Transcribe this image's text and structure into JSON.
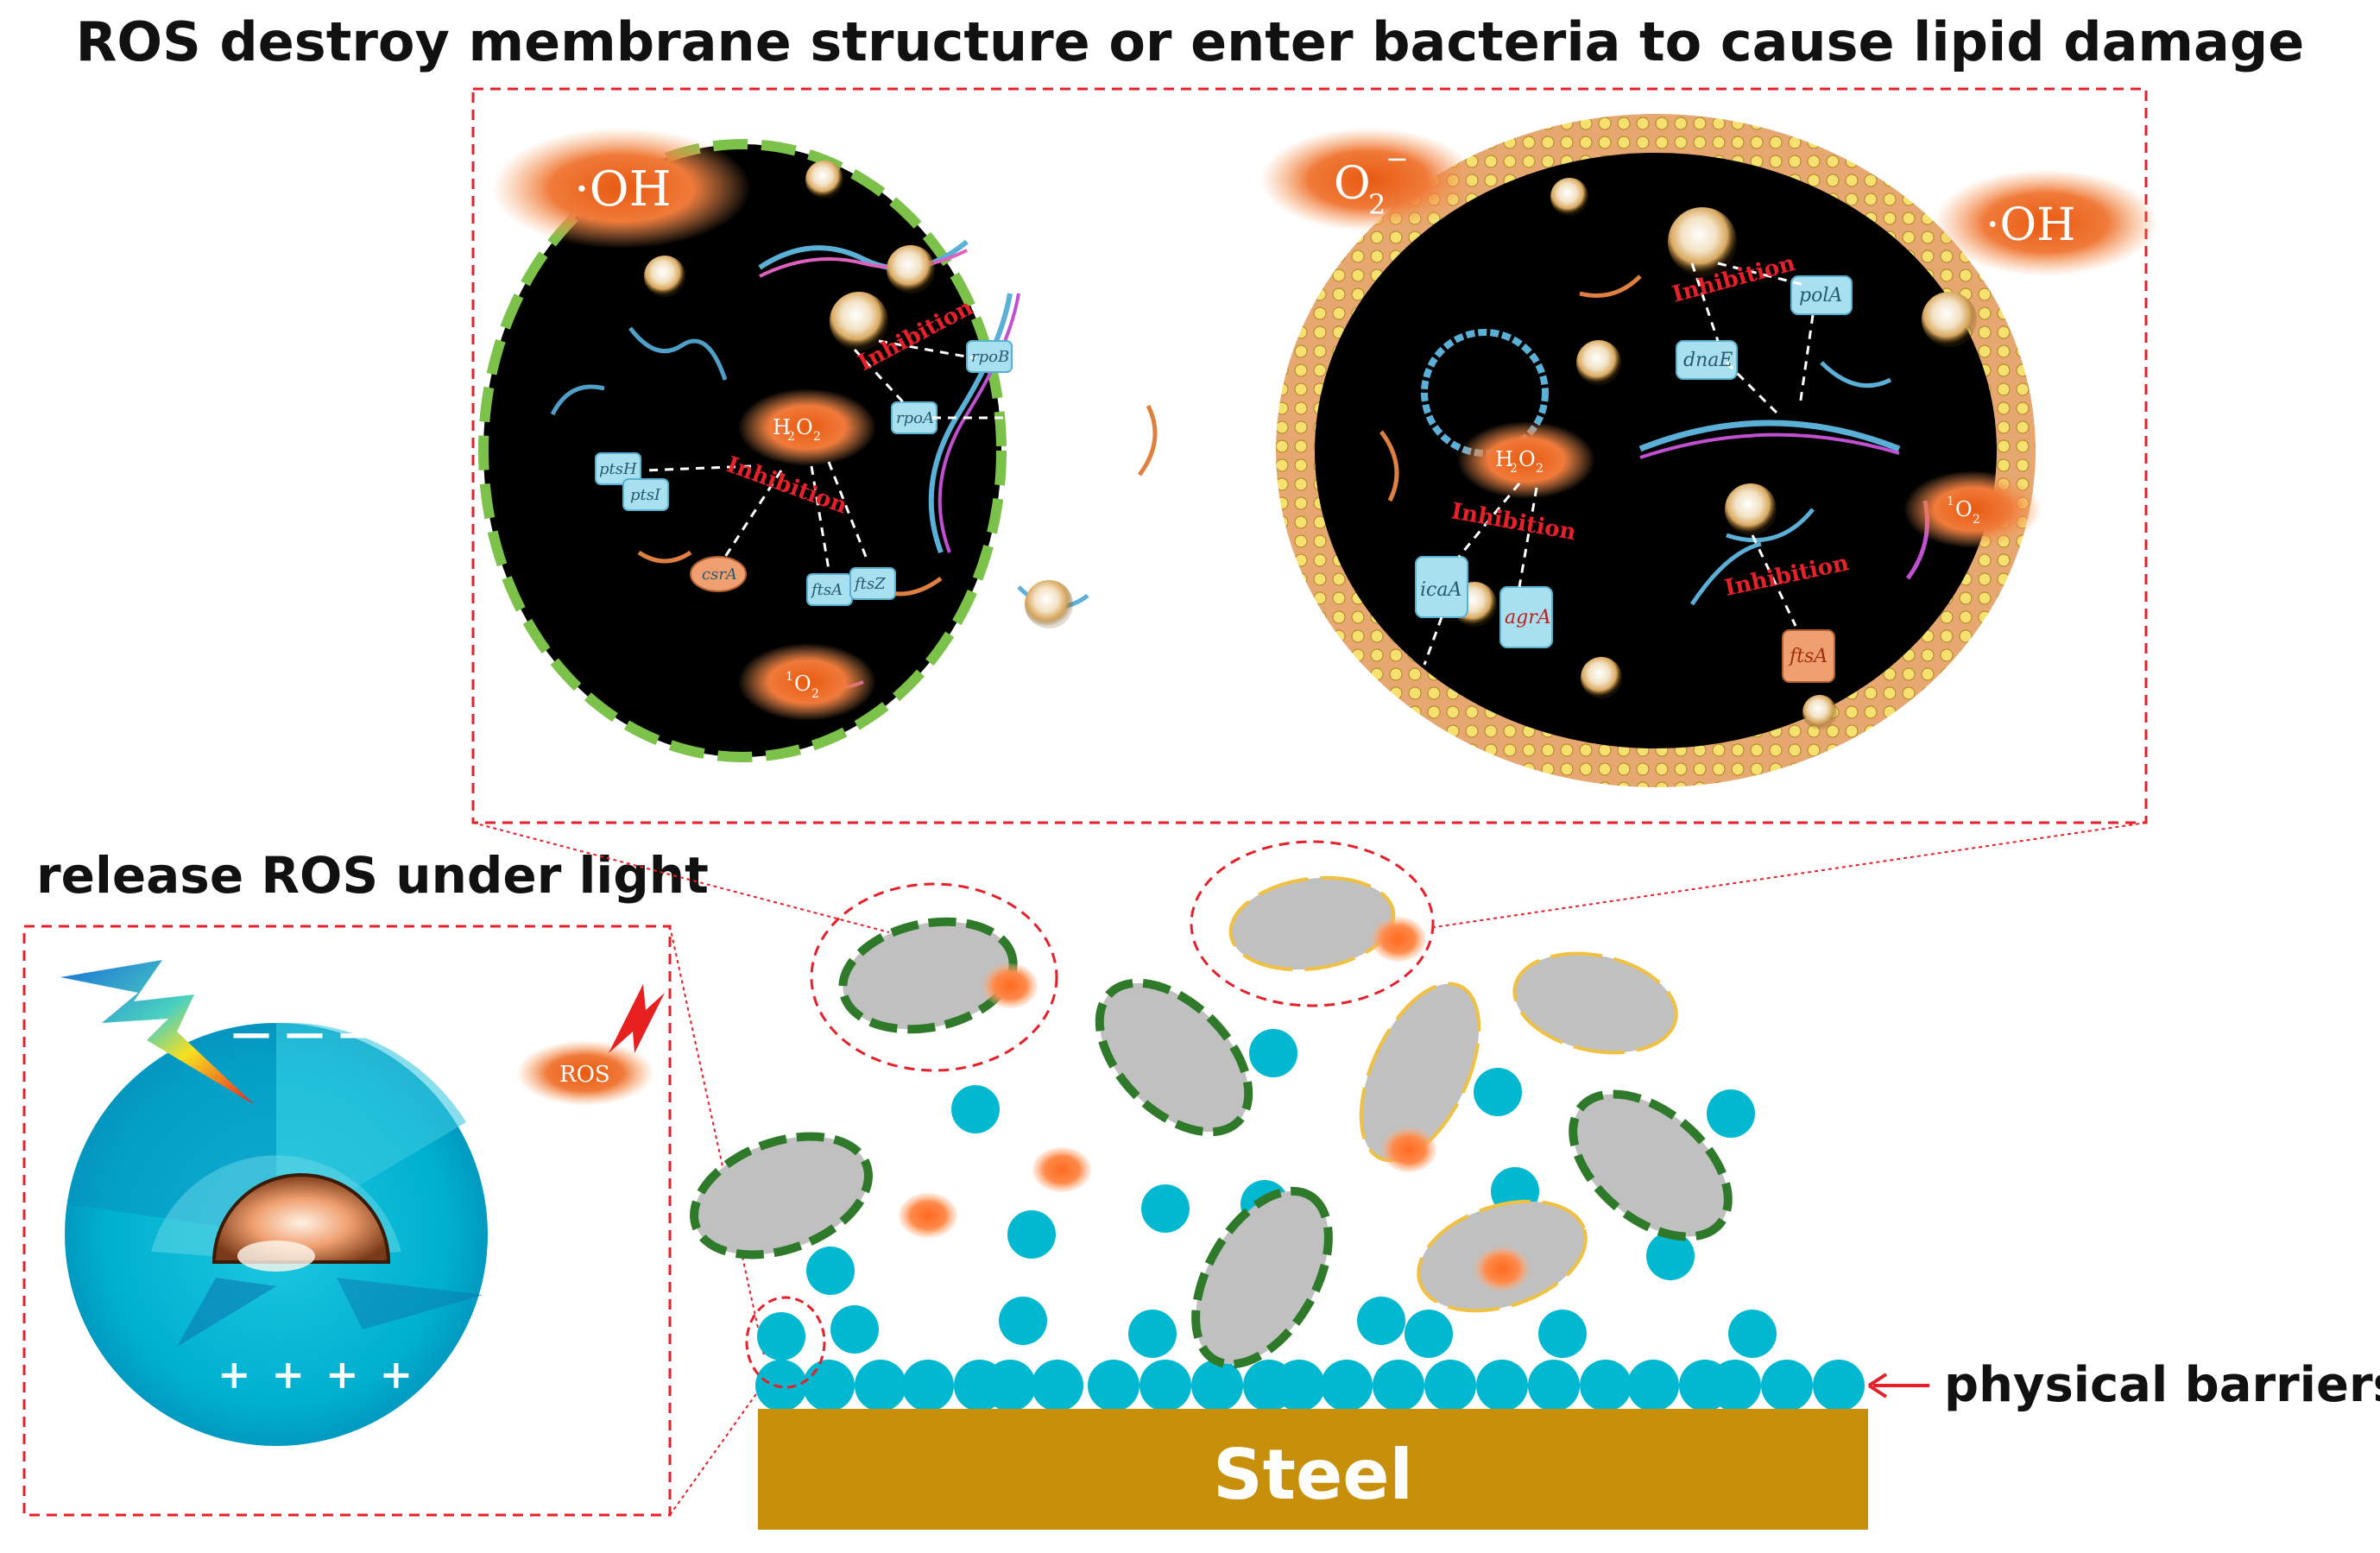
{
  "titles": {
    "top": "ROS destroy membrane structure or enter bacteria to cause lipid damage",
    "left": "release ROS under light",
    "barrier": "physical barriers",
    "steel": "Steel"
  },
  "ros_labels": {
    "oh_left": "·OH",
    "o2_superoxide": "O",
    "o2_sub": "2",
    "o2_sup": "−",
    "oh_right": "·OH",
    "h2o2": "H",
    "singlet_o2_sup": "1",
    "singlet_o2": "O",
    "ros": "ROS"
  },
  "inhibition_label": "Inhibition",
  "genes": {
    "left_cell": [
      "rpoA",
      "rpoB",
      "ptsH",
      "ptsI",
      "csrA",
      "ftsA",
      "ftsZ"
    ],
    "right_cell": [
      "dnaE",
      "polA",
      "icaA",
      "agrA",
      "ftsA"
    ]
  },
  "charges": {
    "negative": "— — —",
    "positive": "+ + + + +"
  },
  "colors": {
    "frame_red": "#e5202a",
    "ros_orange": "#f07030",
    "nanoparticle_cyan": "#00b8d0",
    "bacteria_gray": "#c0c0c0",
    "membrane_green": "#2f7a2a",
    "capsule_yellow": "#f0c040",
    "steel_gold": "#c8900a",
    "cell_interior": "#000000"
  }
}
